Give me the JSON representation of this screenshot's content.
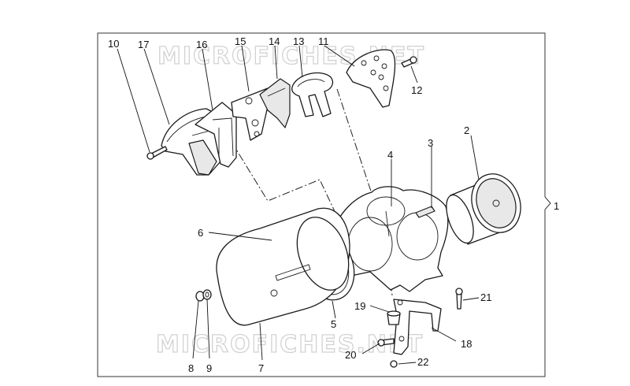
{
  "watermarks": [
    "MICROFICHES.NET",
    "MICROFICHES.NET"
  ],
  "callouts": {
    "p1": "1",
    "p2": "2",
    "p3": "3",
    "p4": "4",
    "p5": "5",
    "p6": "6",
    "p7": "7",
    "p8": "8",
    "p9": "9",
    "p10": "10",
    "p11": "11",
    "p12": "12",
    "p13": "13",
    "p14": "14",
    "p15": "15",
    "p16": "16",
    "p17": "17",
    "p18": "18",
    "p19": "19",
    "p20": "20",
    "p21": "21",
    "p22": "22"
  },
  "colors": {
    "line": "#1a1a1a",
    "frame": "#333333",
    "watermark": "#d2d2d2"
  }
}
